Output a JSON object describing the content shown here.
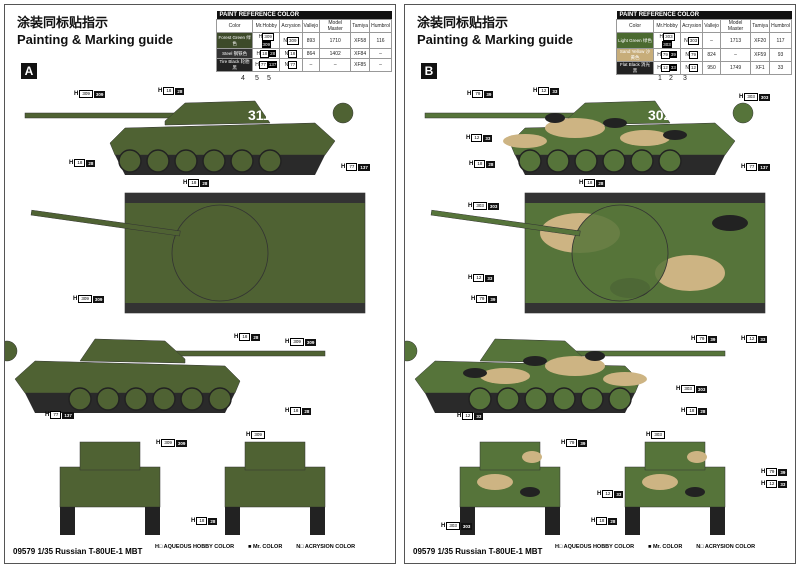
{
  "title_cn": "涂装同标贴指示",
  "title_en": "Painting & Marking guide",
  "footer": "09579 1/35 Russian T-80UE-1 MBT",
  "legend": {
    "aqueous": "H□ AQUEOUS HOBBY COLOR",
    "mr": "■ Mr. COLOR",
    "acrysion": "N□ ACRYSION COLOR"
  },
  "table": {
    "title": "PAINT REFERENCE COLOR",
    "headers": [
      "Color",
      "Mr.Hobby",
      "Acrysion",
      "Vallejo",
      "Model Master",
      "Tamiya",
      "Humbrol"
    ]
  },
  "scheme_a": {
    "letter": "A",
    "turret_number": "311",
    "part_numbers": [
      "4",
      "5",
      "5"
    ],
    "rows": [
      {
        "color": "Forest Green 绿色",
        "swatch": "#3d4a2a",
        "h": "309",
        "m": "309",
        "n": "309",
        "vallejo": "893",
        "mm": "1710",
        "tamiya": "XF58",
        "humbrol": "116"
      },
      {
        "color": "Steel 钢铁色",
        "swatch": "#333",
        "h": "18",
        "m": "28",
        "n": "18",
        "vallejo": "864",
        "mm": "1402",
        "tamiya": "XF84",
        "humbrol": "–"
      },
      {
        "color": "Tire Black 轮胎黑",
        "swatch": "#222",
        "h": "77",
        "m": "137",
        "n": "77",
        "vallejo": "–",
        "mm": "–",
        "tamiya": "XF85",
        "humbrol": "–"
      }
    ]
  },
  "scheme_b": {
    "letter": "B",
    "turret_number": "302",
    "part_numbers": [
      "1",
      "2",
      "3"
    ],
    "rows": [
      {
        "color": "Light Green 绿色",
        "swatch": "#4b6a30",
        "h": "303",
        "m": "303",
        "n": "303",
        "vallejo": "–",
        "mm": "1713",
        "tamiya": "XF20",
        "humbrol": "117"
      },
      {
        "color": "Sand Yellow 沙黄色",
        "swatch": "#c7ad7a",
        "h": "79",
        "m": "39",
        "n": "79",
        "vallejo": "824",
        "mm": "–",
        "tamiya": "XF59",
        "humbrol": "93"
      },
      {
        "color": "Flat Black 消光黑",
        "swatch": "#222",
        "h": "12",
        "m": "33",
        "n": "12",
        "vallejo": "950",
        "mm": "1749",
        "tamiya": "XF1",
        "humbrol": "33"
      }
    ]
  },
  "colors": {
    "green_a": "#4f6233",
    "green_b": "#56743a",
    "sand": "#cdb483",
    "black": "#1e1e1e"
  }
}
